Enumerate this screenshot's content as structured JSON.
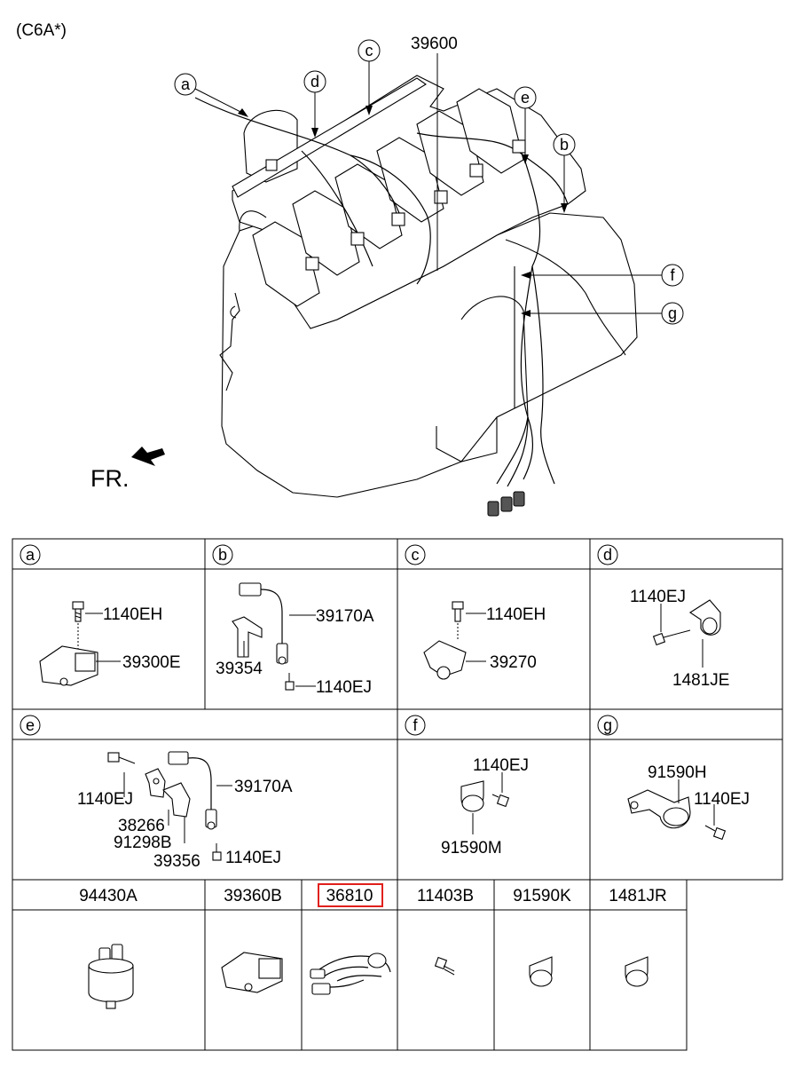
{
  "header": {
    "variant": "(C6A*)"
  },
  "main_diagram": {
    "assembly_part": "39600",
    "direction_label": "FR.",
    "callouts": [
      "a",
      "b",
      "c",
      "d",
      "e",
      "f",
      "g"
    ]
  },
  "detail_panels": [
    {
      "letter": "a",
      "parts": [
        "1140EH",
        "39300E"
      ]
    },
    {
      "letter": "b",
      "parts": [
        "39170A",
        "39354",
        "1140EJ"
      ]
    },
    {
      "letter": "c",
      "parts": [
        "1140EH",
        "39270"
      ]
    },
    {
      "letter": "d",
      "parts": [
        "1140EJ",
        "1481JE"
      ]
    },
    {
      "letter": "e",
      "parts": [
        "1140EJ",
        "38266",
        "91298B",
        "39356",
        "39170A",
        "1140EJ"
      ]
    },
    {
      "letter": "f",
      "parts": [
        "1140EJ",
        "91590M"
      ]
    },
    {
      "letter": "g",
      "parts": [
        "91590H",
        "1140EJ"
      ]
    }
  ],
  "bottom_parts": [
    {
      "part": "94430A",
      "highlighted": false
    },
    {
      "part": "39360B",
      "highlighted": false
    },
    {
      "part": "36810",
      "highlighted": true
    },
    {
      "part": "11403B",
      "highlighted": false
    },
    {
      "part": "91590K",
      "highlighted": false
    },
    {
      "part": "1481JR",
      "highlighted": false
    }
  ],
  "colors": {
    "line": "#000000",
    "highlight": "#e0201c",
    "background": "#ffffff"
  }
}
